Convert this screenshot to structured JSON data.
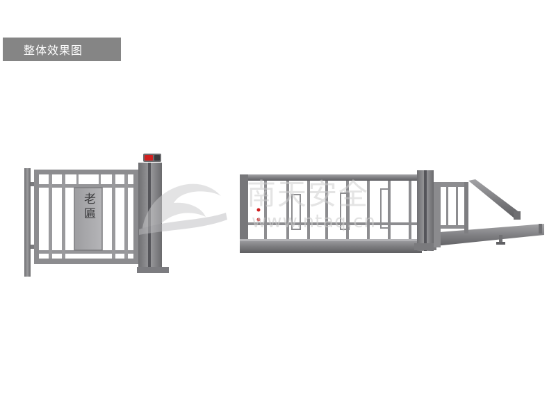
{
  "header": {
    "title": "整体效果图",
    "background": "#858585",
    "text_color": "#ffffff"
  },
  "scene": {
    "pedestrian_gate": {
      "panel_glyphs": "老匾",
      "frame_color": "#8a8a8c"
    },
    "sliding_gate": {
      "frame_color": "#8a8a8c"
    },
    "indicator_color": "#d11f1f"
  },
  "watermark": {
    "brand_text": "南天安全",
    "url_text": "www.ntaq.cn",
    "color": "#cdcdcd"
  }
}
